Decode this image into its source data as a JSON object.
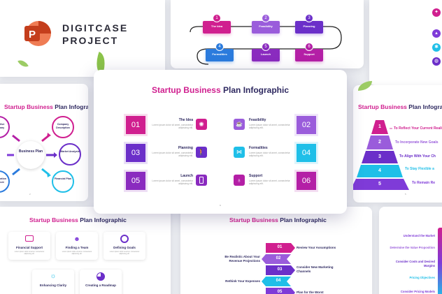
{
  "colors": {
    "pink": "#d01f8f",
    "magenta": "#b41fa6",
    "purple": "#7f3bd8",
    "violet": "#6b2fc9",
    "lavender": "#9a8ef0",
    "cyan": "#1fbfe8",
    "navy": "#2e2960",
    "ppt_red": "#d04423",
    "leaf": "#8bc34a"
  },
  "logo": {
    "app_icon": "powerpoint-icon",
    "line1": "DIGITCASE",
    "line2": "PROJECT"
  },
  "filler": "Lorem ipsum dolor sit amet, consectetur adipiscing elit.",
  "main": {
    "title_a": "Startup Business",
    "title_b": "Plan Infographic",
    "page": "1",
    "items": [
      {
        "num": "01",
        "label": "The Idea",
        "icon": "bulb-icon"
      },
      {
        "num": "02",
        "label": "Feasibility",
        "icon": "cup-icon"
      },
      {
        "num": "03",
        "label": "Planning",
        "icon": "person-walk-icon"
      },
      {
        "num": "04",
        "label": "Formalities",
        "icon": "handshake-icon"
      },
      {
        "num": "05",
        "label": "Launch",
        "icon": "phone-icon"
      },
      {
        "num": "06",
        "label": "Support",
        "icon": "lightbulb-icon"
      }
    ]
  },
  "topcenter": {
    "steps": [
      {
        "num": "1",
        "label": "The Idea"
      },
      {
        "num": "2",
        "label": "Feasibility"
      },
      {
        "num": "3",
        "label": "Planning"
      },
      {
        "num": "4",
        "label": "Formalities"
      },
      {
        "num": "5",
        "label": "Launch"
      },
      {
        "num": "6",
        "label": "Support"
      }
    ]
  },
  "left": {
    "title_a": "Startup Business",
    "title_b": "Plan Infographic",
    "center": "Business Plan",
    "nodes": [
      {
        "label": "Company Description"
      },
      {
        "label": "Market Analysis"
      },
      {
        "label": "Financial Plan"
      },
      {
        "label": "Executive Summary"
      },
      {
        "label": "Organization Structure"
      }
    ],
    "page": "2"
  },
  "right": {
    "title_a": "Startup Business",
    "title_b": "Plan Infogra",
    "levels": [
      {
        "num": "1",
        "text": "To Reflect Your Current Reali"
      },
      {
        "num": "2",
        "text": "To Incorporate New Goals"
      },
      {
        "num": "3",
        "text": "To Align With Your Ch"
      },
      {
        "num": "4",
        "text": "To Stay Flexible a"
      },
      {
        "num": "5",
        "text": "To Remain Re"
      }
    ],
    "page": "5"
  },
  "bottomleft": {
    "title_a": "Startup Business",
    "title_b": "Plan Infographic",
    "cards": [
      {
        "label": "Financial Support",
        "icon": "wallet-icon"
      },
      {
        "label": "Finding a Team",
        "icon": "team-icon"
      },
      {
        "label": "Defining Goals",
        "icon": "target-icon"
      },
      {
        "label": "Enhancing Clarity",
        "icon": "sun-icon"
      },
      {
        "label": "Creating a Roadmap",
        "icon": "pie-icon"
      }
    ]
  },
  "bottomcenter": {
    "title_a": "Startup Business",
    "title_b": "Plan Infographic",
    "steps": [
      {
        "num": "01",
        "text": "Review Your Assumptions",
        "side": "right"
      },
      {
        "num": "02",
        "text": "Be Realistic About Your Revenue Projections",
        "side": "left"
      },
      {
        "num": "03",
        "text": "Consider New Marketing Channels",
        "side": "right"
      },
      {
        "num": "04",
        "text": "Rethink Your Expenses",
        "side": "left"
      },
      {
        "num": "05",
        "text": "Plan for the Worst",
        "side": "right"
      }
    ]
  },
  "bottomright": {
    "items": [
      {
        "text": "Understand the Market"
      },
      {
        "text": "Determine the Value Proposition"
      },
      {
        "text": "Consider Costs and Desired Margins"
      },
      {
        "text": "Pricing Objectives"
      },
      {
        "text": "Consider Pricing Models"
      }
    ]
  }
}
